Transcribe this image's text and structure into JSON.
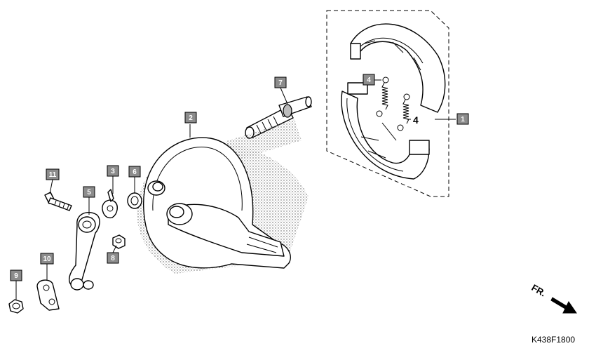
{
  "callouts": {
    "c1": "1",
    "c2": "2",
    "c3": "3",
    "c4": "4",
    "c4b": "4",
    "c5": "5",
    "c6": "6",
    "c7": "7",
    "c8": "8",
    "c9": "9",
    "c10": "10",
    "c11": "11"
  },
  "direction_label": "FR.",
  "figure_code": "K438F1800"
}
